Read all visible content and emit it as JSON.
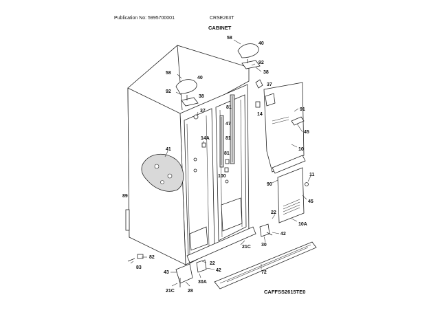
{
  "header": {
    "publication": "Publication No: 5995700001",
    "model": "CRSE263T",
    "section_title": "CABINET"
  },
  "footer": {
    "diagram_code": "CAFFSS2615TE0"
  },
  "callouts": [
    "58",
    "40",
    "92",
    "38",
    "37",
    "58",
    "40",
    "92",
    "38",
    "37",
    "91",
    "14",
    "45",
    "81",
    "47",
    "81",
    "14A",
    "41",
    "81",
    "100",
    "10",
    "11",
    "90",
    "45",
    "89",
    "22",
    "10A",
    "42",
    "30",
    "21C",
    "82",
    "83",
    "22",
    "42",
    "43",
    "30A",
    "72",
    "21C",
    "28"
  ]
}
